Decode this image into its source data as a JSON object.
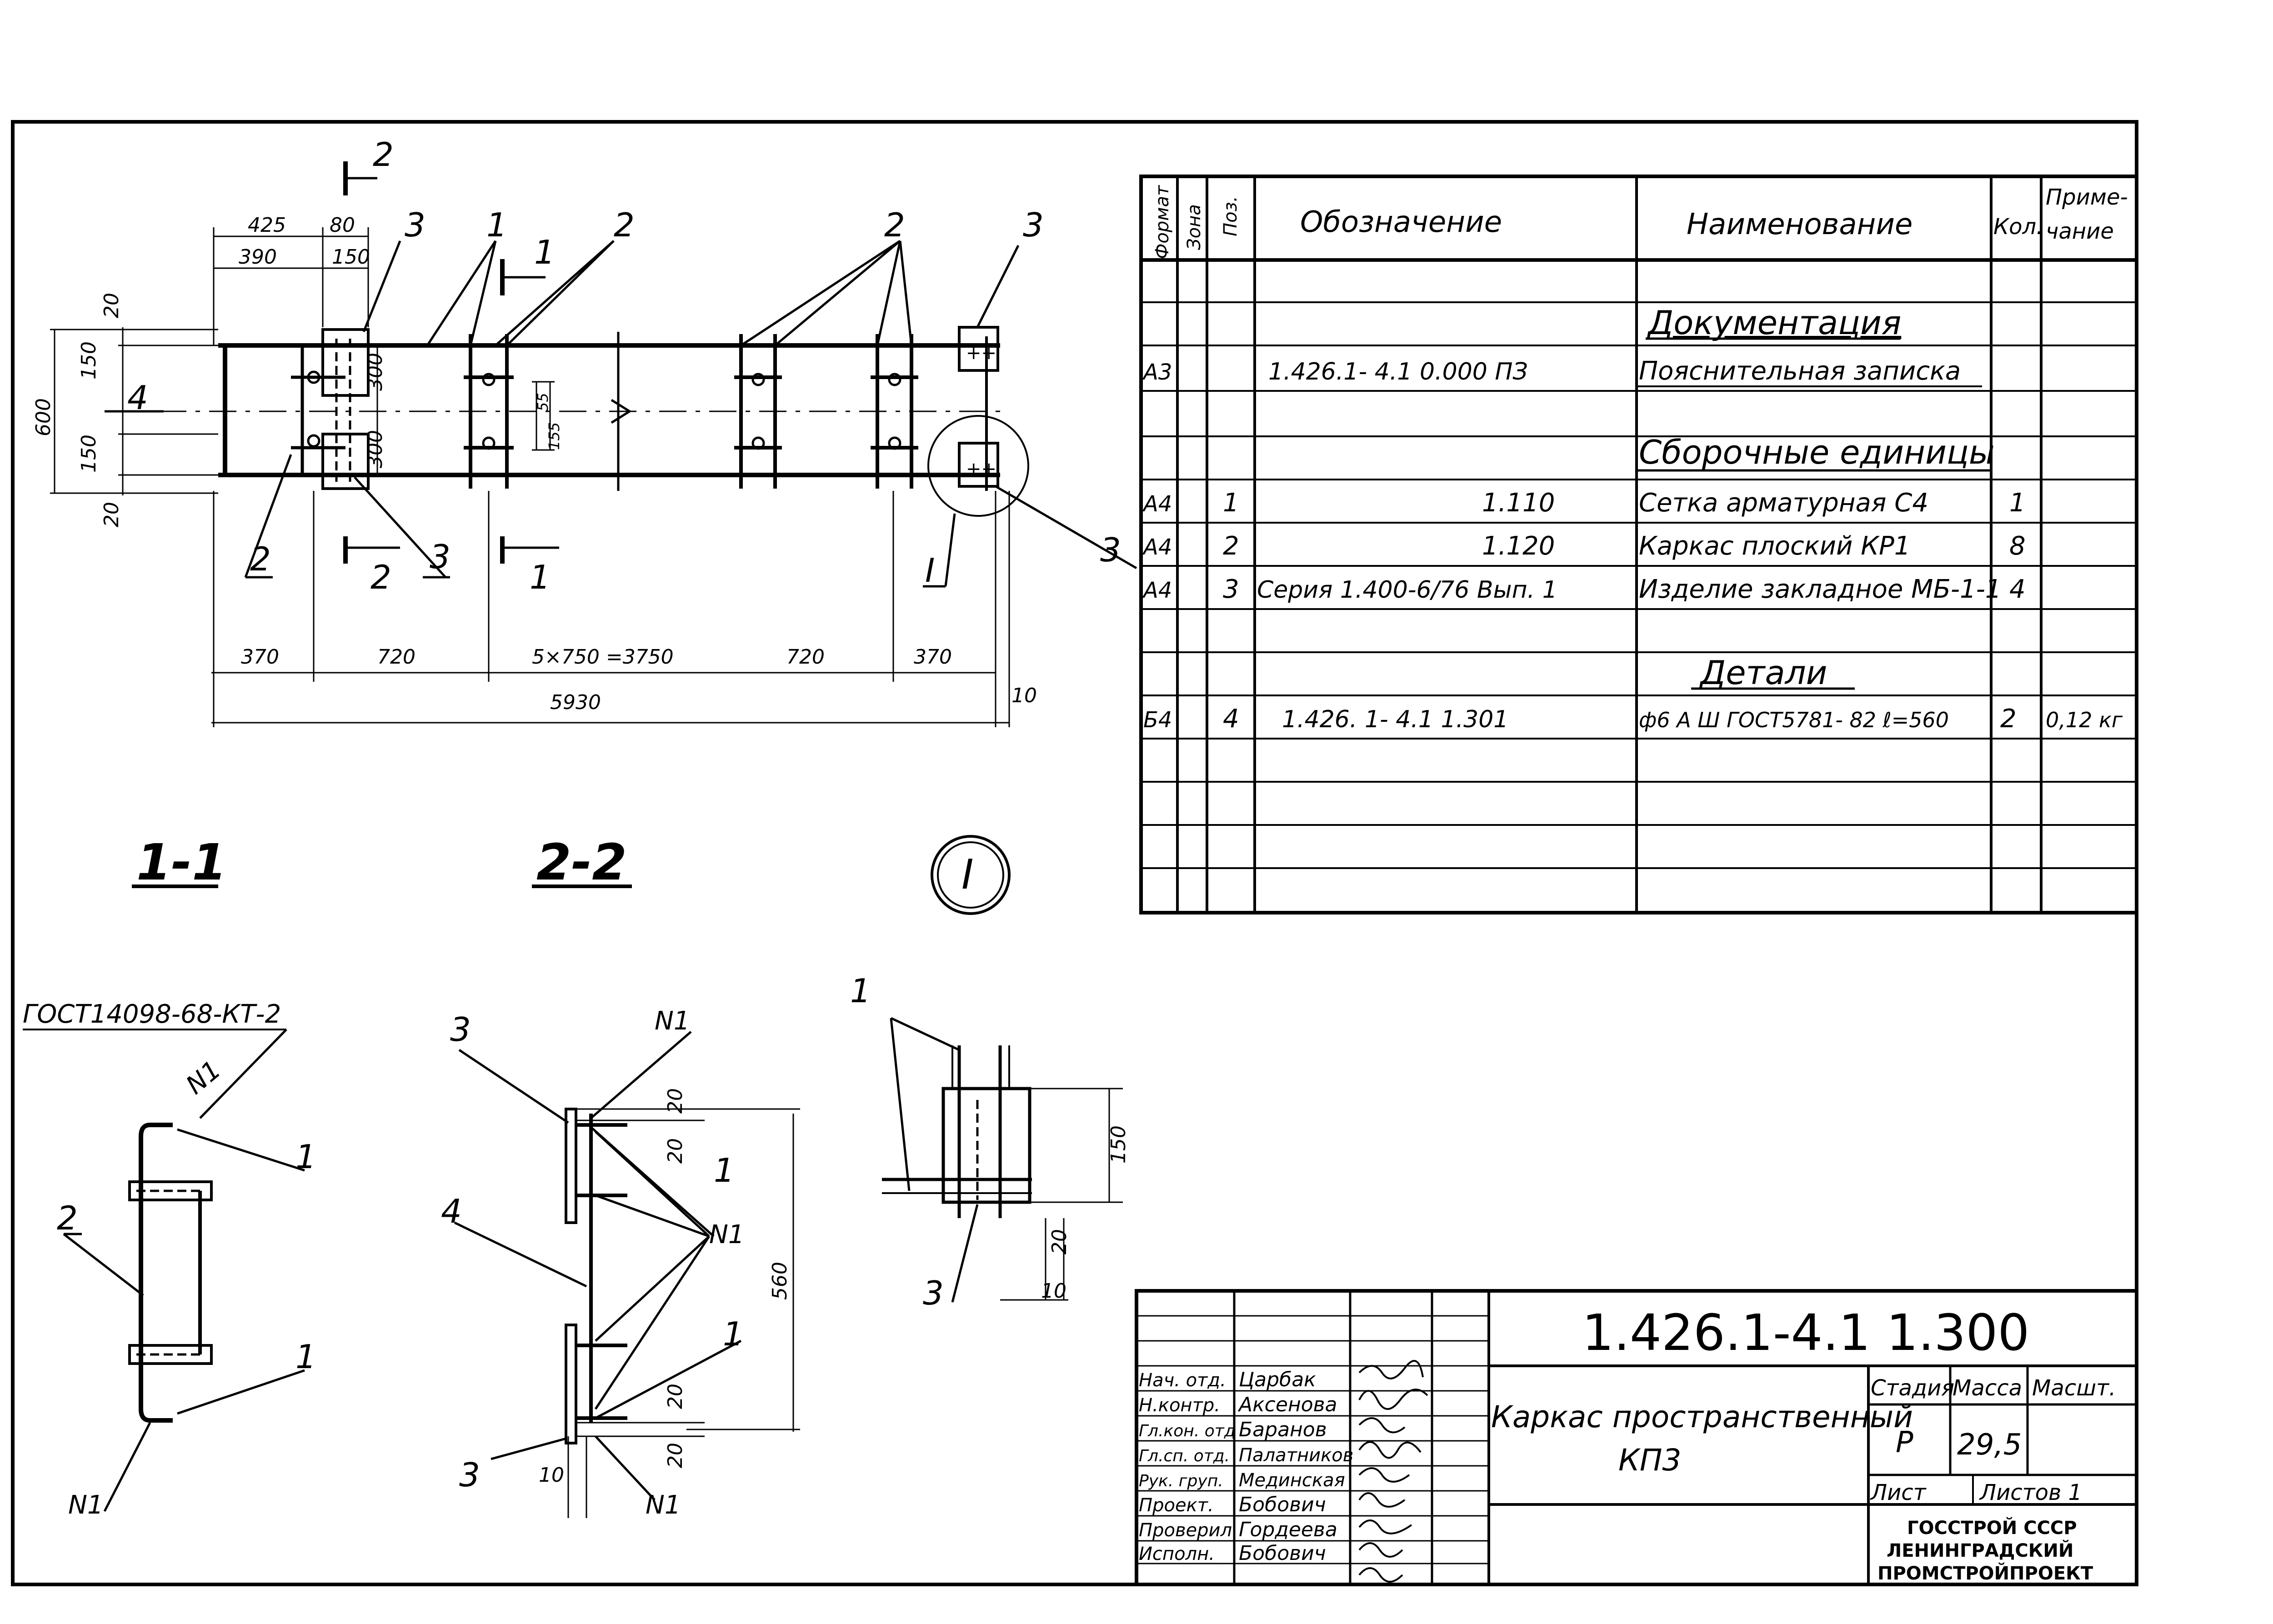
{
  "plan": {
    "dims": {
      "d425": "425",
      "d80": "80",
      "d390": "390",
      "d150t": "150",
      "d20a": "20",
      "d150a": "150",
      "d600": "600",
      "d150b": "150",
      "d20b": "20",
      "d300a": "300",
      "d300b": "300",
      "d55": "55",
      "d155": "155",
      "b370a": "370",
      "b720a": "720",
      "b5x750": "5×750 =3750",
      "b720b": "720",
      "b370b": "370",
      "total": "5930",
      "d10": "10"
    },
    "callouts": {
      "c2_top": "2",
      "c3_a": "3",
      "c1_a": "1",
      "c2_a": "2",
      "c1_cut": "1",
      "c2_b": "2",
      "c3_b": "3",
      "c4": "4",
      "c2_bl": "2",
      "c2_cut": "2",
      "c3_bl": "3",
      "c1_bl": "1",
      "c3_r": "3",
      "c_I": "I"
    }
  },
  "sections": {
    "s11": "1-1",
    "s22": "2-2",
    "nodeI": "I",
    "gost_weld": "ГОСТ14098-68-КТ-2",
    "n1_a": "N1",
    "n1_b": "N1",
    "c1_a": "1",
    "c1_b": "1",
    "c2": "2",
    "s2_c3a": "3",
    "s2_n1_top": "N1",
    "s2_c4": "4",
    "s2_c1a": "1",
    "s2_n1_mid": "N1",
    "s2_c1b": "1",
    "s2_c3b": "3",
    "s2_n1_bot": "N1",
    "s2_d20a": "20",
    "s2_d20b": "20",
    "s2_d560": "560",
    "s2_d20c": "20",
    "s2_d20d": "20",
    "s2_d10": "10",
    "n_c1": "1",
    "n_c3": "3",
    "n_d150": "150",
    "n_d20": "20",
    "n_d10": "10"
  },
  "spec": {
    "headers": {
      "format": "Формат",
      "zone": "Зона",
      "pos": "Поз.",
      "designation": "Обозначение",
      "name": "Наименование",
      "qty": "Кол.",
      "note1": "Приме-",
      "note2": "чание"
    },
    "sec_docs": "Документация",
    "row_pz": {
      "format": "А3",
      "designation": "1.426.1- 4.1    0.000 ПЗ",
      "name": "Пояснительная записка"
    },
    "sec_units": "Сборочные единицы",
    "rows": [
      {
        "format": "А4",
        "pos": "1",
        "designation": "1.110",
        "name": "Сетка арматурная С4",
        "qty": "1"
      },
      {
        "format": "А4",
        "pos": "2",
        "designation": "1.120",
        "name": "Каркас плоский  КР1",
        "qty": "8"
      },
      {
        "format": "А4",
        "pos": "3",
        "designation": "Серия 1.400-6/76   Вып. 1",
        "name": "Изделие закладное МБ-1-1",
        "qty": "4"
      }
    ],
    "sec_details": "Детали",
    "detail": {
      "format": "Б4",
      "pos": "4",
      "designation": "1.426. 1- 4.1      1.301",
      "name": "ф6 А Ш ГОСТ5781- 82   ℓ=560",
      "qty": "2",
      "note": "0,12 кг"
    }
  },
  "stamp": {
    "doc_number": "1.426.1-4.1   1.300",
    "title": "Каркас пространственный",
    "mark": "КП3",
    "stage_label": "Стадия",
    "mass_label": "Масса",
    "scale_label": "Масшт.",
    "stage": "Р",
    "mass": "29,5",
    "sheet_label": "Лист",
    "sheets_label": "Листов  1",
    "org1": "ГОССТРОЙ СССР",
    "org2": "ЛЕНИНГРАДСКИЙ",
    "org3": "ПРОМСТРОЙПРОЕКТ",
    "roles": [
      {
        "role": "Нач. отд.",
        "name": "Царбак"
      },
      {
        "role": "Н.контр.",
        "name": "Аксенова"
      },
      {
        "role": "Гл.кон. отд",
        "name": "Баранов"
      },
      {
        "role": "Гл.сп. отд.",
        "name": "Палатников"
      },
      {
        "role": "Рук. груп.",
        "name": "Мединская"
      },
      {
        "role": "Проект.",
        "name": "Бобович"
      },
      {
        "role": "Проверил",
        "name": "Гордеева"
      },
      {
        "role": "Исполн.",
        "name": "Бобович"
      }
    ]
  }
}
